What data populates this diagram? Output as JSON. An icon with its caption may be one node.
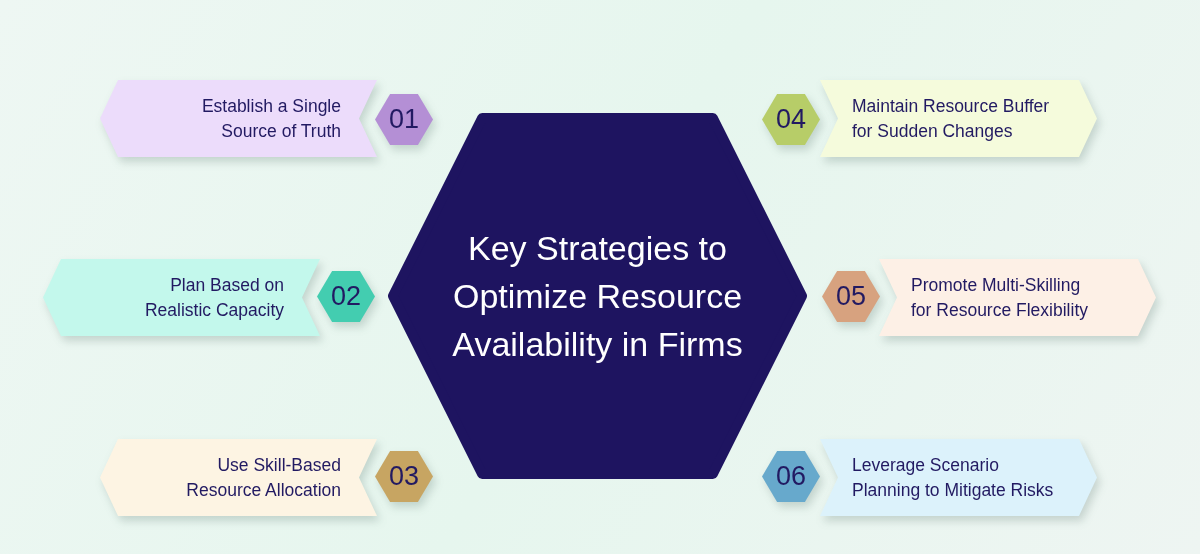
{
  "diagram": {
    "nodes": [
      {
        "text": [
          "Key Strategies to Optimize Resource Availability in Firms"
        ]
      },
      {
        "text": [
          "01"
        ]
      },
      {
        "text": [
          "Establish a Single Source of Truth"
        ]
      },
      {
        "text": [
          "02"
        ]
      },
      {
        "text": [
          "Plan Based on Realistic Capacity"
        ]
      },
      {
        "text": [
          "03"
        ]
      },
      {
        "text": [
          "Use Skill-Based Resource Allocation"
        ]
      },
      {
        "text": [
          "04"
        ]
      },
      {
        "text": [
          "Maintain Resource Buffer for Sudden Changes"
        ]
      },
      {
        "text": [
          "05"
        ]
      },
      {
        "text": [
          "Promote Multi-Skilling for Resource Flexibility"
        ]
      },
      {
        "text": [
          "06"
        ]
      },
      {
        "text": [
          "Leverage Scenario Planning to Mitigate Risks"
        ]
      }
    ]
  }
}
